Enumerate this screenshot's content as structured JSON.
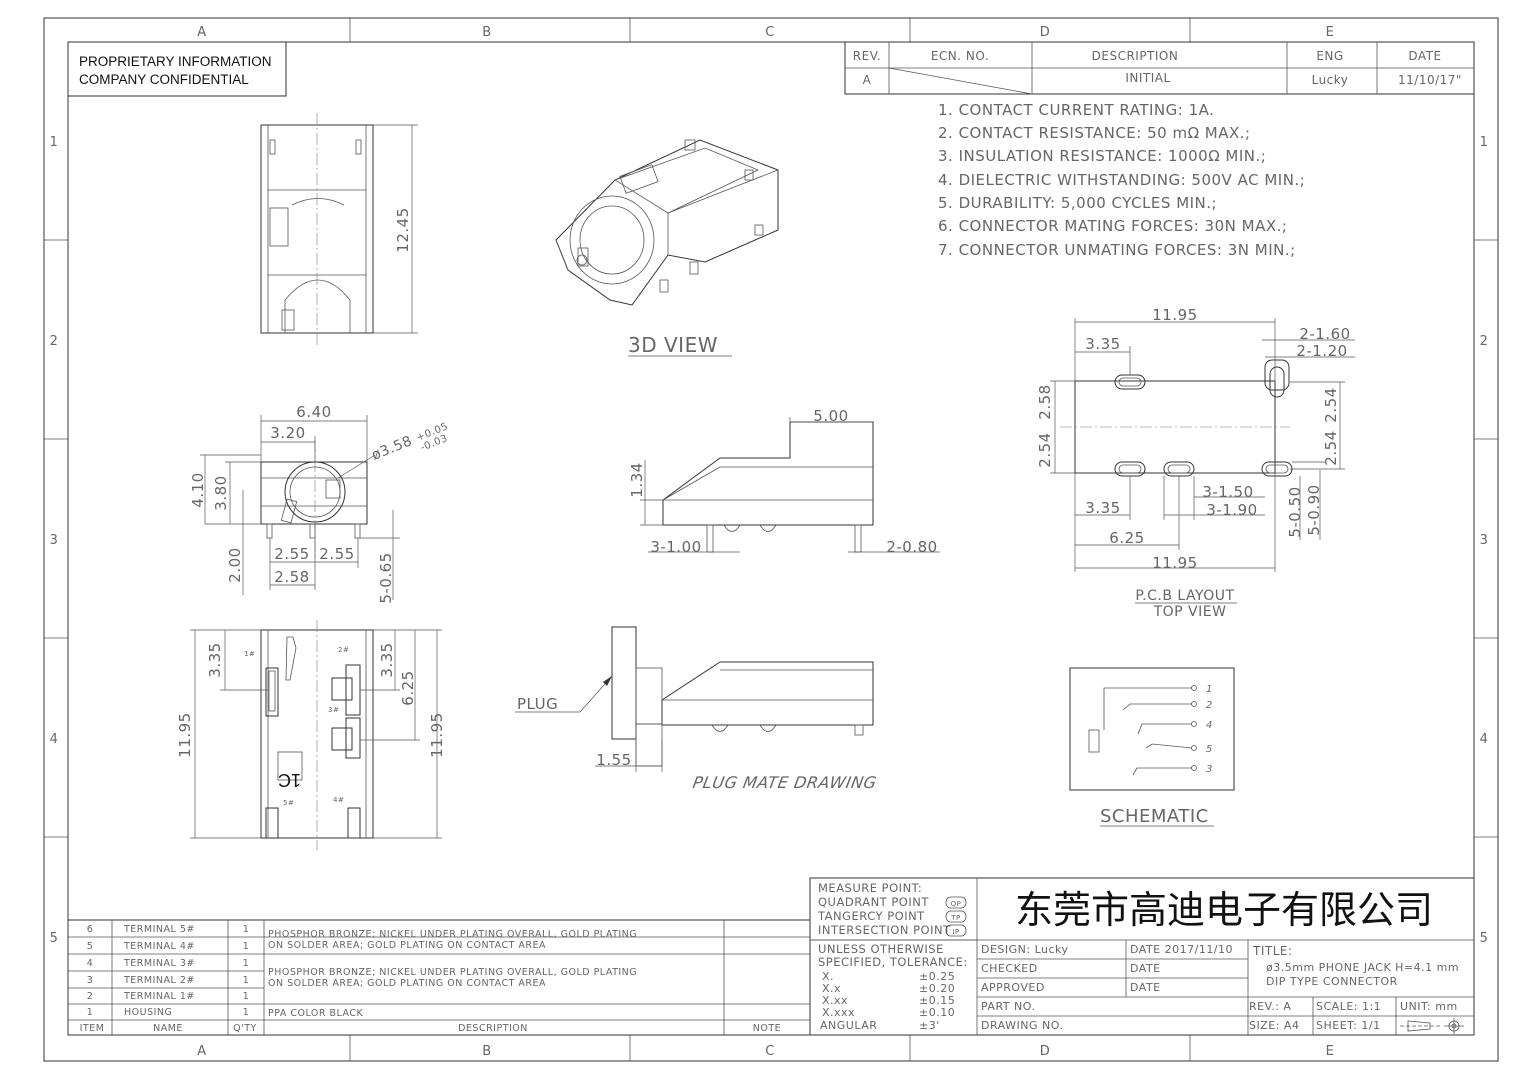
{
  "proprietary": {
    "line1": "PROPRIETARY INFORMATION",
    "line2": "COMPANY CONFIDENTIAL"
  },
  "zones": {
    "cols": [
      "A",
      "B",
      "C",
      "D",
      "E"
    ],
    "rows": [
      "1",
      "2",
      "3",
      "4",
      "5"
    ]
  },
  "revision_table": {
    "headers": {
      "rev": "REV.",
      "ecn": "ECN. NO.",
      "description": "DESCRIPTION",
      "eng": "ENG",
      "date": "DATE"
    },
    "row": {
      "rev": "A",
      "ecn": "",
      "description": "INITIAL",
      "eng": "Lucky",
      "date": "11/10/17\""
    }
  },
  "notes": [
    "1. CONTACT CURRENT RATING: 1A.",
    "2. CONTACT RESISTANCE: 50 mΩ MAX.;",
    "3. INSULATION RESISTANCE: 1000Ω MIN.;",
    "4. DIELECTRIC WITHSTANDING: 500V AC MIN.;",
    "5. DURABILITY: 5,000 CYCLES MIN.;",
    "6. CONNECTOR MATING FORCES: 30N  MAX.;",
    "7. CONNECTOR UNMATING FORCES: 3N MIN.;"
  ],
  "views": {
    "view_3d": "3D VIEW",
    "pcb_layout": "P.C.B LAYOUT",
    "top_view": "TOP VIEW",
    "plug_mate": "PLUG MATE DRAWING",
    "schematic": "SCHEMATIC",
    "plug": "PLUG",
    "marking": "1C"
  },
  "dimensions": {
    "top_h": "12.45",
    "w640": "6.40",
    "w320": "3.20",
    "dia": "ø3.58",
    "dia_tol_up": "+0.05",
    "dia_tol_dn": "-0.03",
    "h410": "4.10",
    "h380": "3.80",
    "h200": "2.00",
    "w255a": "2.55",
    "w255b": "2.55",
    "w258": "2.58",
    "pin065": "5-0.65",
    "side_w500": "5.00",
    "side_h134": "1.34",
    "side_pin100": "3-1.00",
    "side_pin080": "2-0.80",
    "bot_335a": "3.35",
    "bot_335b": "3.35",
    "bot_625": "6.25",
    "bot_1195a": "11.95",
    "bot_1195b": "11.95",
    "bot_pin1": "1#",
    "bot_pin2": "2#",
    "bot_pin3": "3#",
    "bot_pin4": "4#",
    "bot_pin5": "5#",
    "plug_155": "1.55",
    "pcb_1195_top": "11.95",
    "pcb_335_top": "3.35",
    "pcb_160": "2-1.60",
    "pcb_120": "2-1.20",
    "pcb_258": "2.58",
    "pcb_254_l": "2.54",
    "pcb_254_r1": "2.54",
    "pcb_254_r2": "2.54",
    "pcb_150": "3-1.50",
    "pcb_190": "3-1.90",
    "pcb_335_bot": "3.35",
    "pcb_625": "6.25",
    "pcb_1195_bot": "11.95",
    "pcb_050": "5-0.50",
    "pcb_090": "5-0.90"
  },
  "schematic_pins": [
    "1",
    "2",
    "4",
    "5",
    "3"
  ],
  "bom": {
    "headers": {
      "item": "ITEM",
      "name": "NAME",
      "qty": "Q'TY",
      "description": "DESCRIPTION",
      "note": "NOTE"
    },
    "rows": [
      {
        "item": "6",
        "name": "TERMINAL 5#",
        "qty": "1"
      },
      {
        "item": "5",
        "name": "TERMINAL 4#",
        "qty": "1"
      },
      {
        "item": "4",
        "name": "TERMINAL 3#",
        "qty": "1"
      },
      {
        "item": "3",
        "name": "TERMINAL 2#",
        "qty": "1"
      },
      {
        "item": "2",
        "name": "TERMINAL 1#",
        "qty": "1"
      },
      {
        "item": "1",
        "name": "HOUSING",
        "qty": "1"
      }
    ],
    "desc_a1": "PHOSPHOR BRONZE; NICKEL UNDER PLATING OVERALL, GOLD PLATING",
    "desc_a2": "ON SOLDER AREA; GOLD PLATING ON CONTACT AREA",
    "desc_b1": "PHOSPHOR BRONZE; NICKEL UNDER PLATING OVERALL, GOLD PLATING",
    "desc_b2": "ON SOLDER AREA; GOLD PLATING ON CONTACT AREA",
    "desc_c": "PPA COLOR BLACK"
  },
  "measure": {
    "title": "MEASURE POINT:",
    "qp": "QUADRANT POINT",
    "qp_tag": "QP",
    "tp": "TANGERCY POINT",
    "tp_tag": "TP",
    "ip": "INTERSECTION POINT",
    "ip_tag": "IP"
  },
  "tolerance": {
    "l1": "UNLESS OTHERWISE",
    "l2": "SPECIFIED, TOLERANCE:",
    "r1k": "X.",
    "r1v": "±0.25",
    "r2k": "X.x",
    "r2v": "±0.20",
    "r3k": "X.xx",
    "r3v": "±0.15",
    "r4k": "X.xxx",
    "r4v": "±0.10",
    "r5k": "ANGULAR",
    "r5v": "±3'"
  },
  "title_block": {
    "company": "东莞市高迪电子有限公司",
    "design": "DESIGN: Lucky",
    "design_date": "DATE 2017/11/10",
    "checked": "CHECKED",
    "checked_date": "DATE",
    "approved": "APPROVED",
    "approved_date": "DATE",
    "part_no": "PART NO.",
    "drawing_no": "DRAWING NO.",
    "title_label": "TITLE:",
    "title1": "ø3.5mm PHONE JACK H=4.1 mm",
    "title2": "DIP TYPE CONNECTOR",
    "rev": "REV.:  A",
    "scale": "SCALE:  1:1",
    "unit": "UNIT:  mm",
    "size": "SIZE:  A4",
    "sheet": "SHEET:  1/1"
  }
}
